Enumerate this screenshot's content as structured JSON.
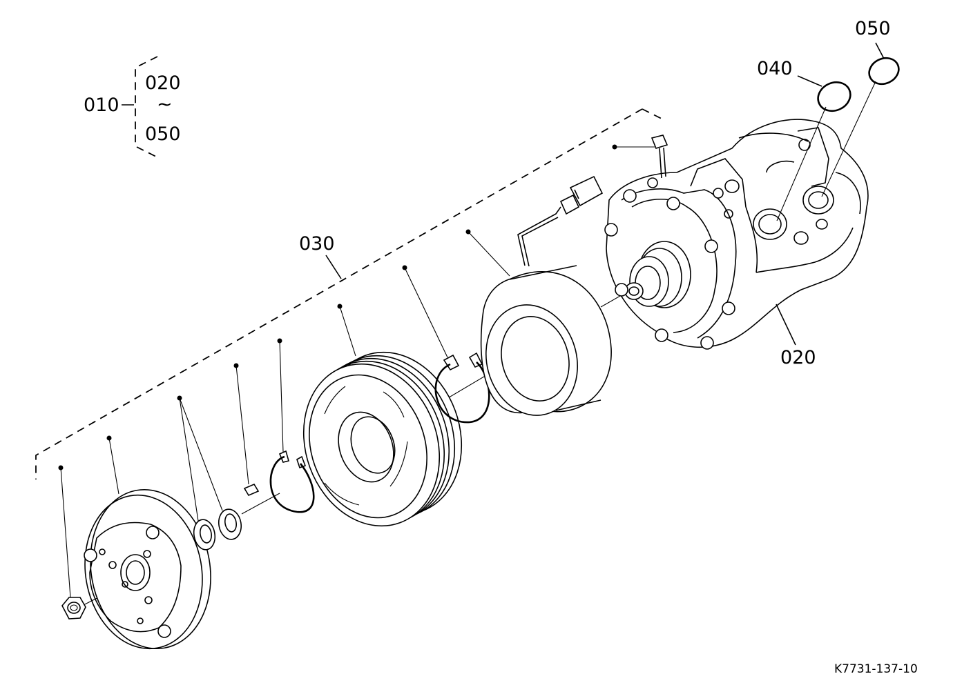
{
  "labels": {
    "assembly": "010",
    "range_from": "020",
    "range_tilde": "~",
    "range_to": "050",
    "compressor": "020",
    "clutch_kit": "030",
    "oring_a": "040",
    "oring_b": "050"
  },
  "drawing_code": "K7731-137-10"
}
